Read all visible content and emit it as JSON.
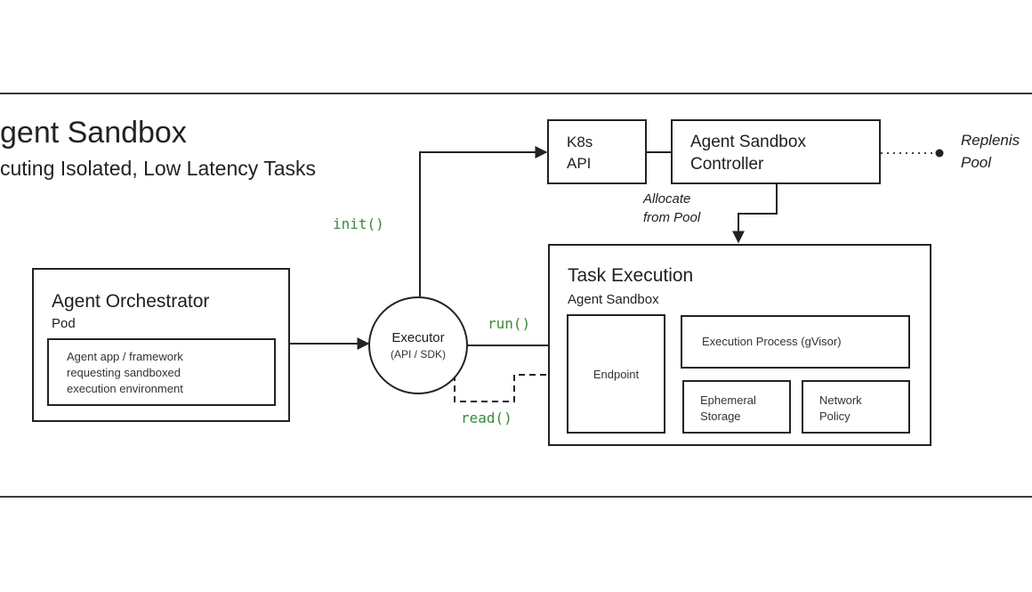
{
  "header": {
    "title": "gent Sandbox",
    "subtitle": "cuting Isolated, Low Latency Tasks"
  },
  "orchestrator": {
    "title": "Agent Orchestrator",
    "subtitle": "Pod",
    "inner": "Agent app / framework requesting sandboxed execution environment"
  },
  "executor": {
    "title": "Executor",
    "subtitle": "(API / SDK)"
  },
  "calls": {
    "init": "init()",
    "run": "run()",
    "read": "read()"
  },
  "k8s": {
    "line1": "K8s",
    "line2": "API"
  },
  "controller": {
    "line1": "Agent Sandbox",
    "line2": "Controller"
  },
  "replenish": {
    "line1": "Replenis",
    "line2": "Pool"
  },
  "allocate": {
    "line1": "Allocate",
    "line2": "from Pool"
  },
  "task": {
    "title": "Task Execution",
    "subtitle": "Agent Sandbox",
    "endpoint": "Endpoint",
    "process": "Execution Process (gVisor)",
    "storage": "Ephemeral Storage",
    "network": "Network Policy"
  },
  "colors": {
    "code_green": "#3a8a3a",
    "line": "#222222"
  }
}
